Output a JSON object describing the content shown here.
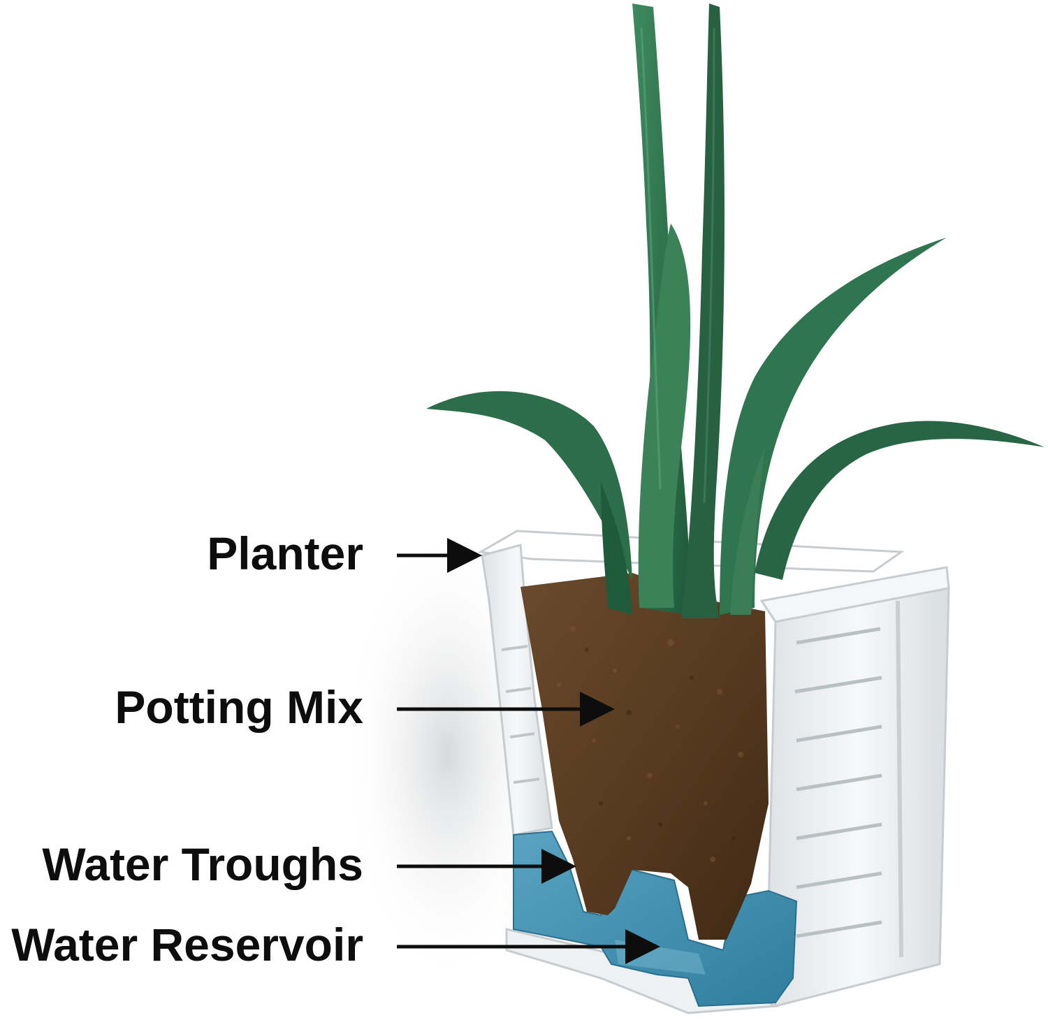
{
  "labels": {
    "planter": "Planter",
    "potting_mix": "Potting Mix",
    "water_troughs": "Water Troughs",
    "water_reservoir": "Water Reservoir"
  },
  "colors": {
    "background": "#ffffff",
    "leaf": "#2f7550",
    "leaf_dark": "#1f5a3b",
    "leaf_light": "#4e9a6e",
    "soil": "#5c3f25",
    "soil_dark": "#3f2a17",
    "water": "#3f8fb0",
    "water_light": "#78b6cf",
    "planter": "#f1f3f4",
    "planter_shade": "#d5dadd",
    "label_text": "#0d0d0d",
    "arrow": "#0d0d0d"
  }
}
